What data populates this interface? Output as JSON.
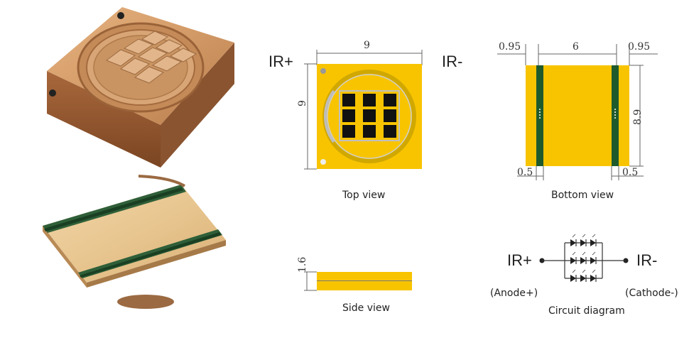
{
  "top_view": {
    "caption": "Top view",
    "width_dim": "9",
    "height_dim": "9",
    "left_terminal": "IR+",
    "right_terminal": "IR-"
  },
  "bottom_view": {
    "caption": "Bottom view",
    "left_edge_dim": "0.95",
    "center_dim": "6",
    "right_edge_dim": "0.95",
    "height_dim": "8.9",
    "left_strip_dim": "0.5",
    "right_strip_dim": "0.5"
  },
  "side_view": {
    "caption": "Side view",
    "thickness_dim": "1.6"
  },
  "circuit": {
    "caption": "Circuit diagram",
    "left_terminal": "IR+",
    "right_terminal": "IR-",
    "anode_label": "(Anode+)",
    "cathode_label": "(Cathode-)"
  },
  "colors": {
    "pad_yellow": "#f8c400",
    "copper": "#c98e5a",
    "green_strip": "#1f5a2c",
    "chip_black": "#111111"
  }
}
